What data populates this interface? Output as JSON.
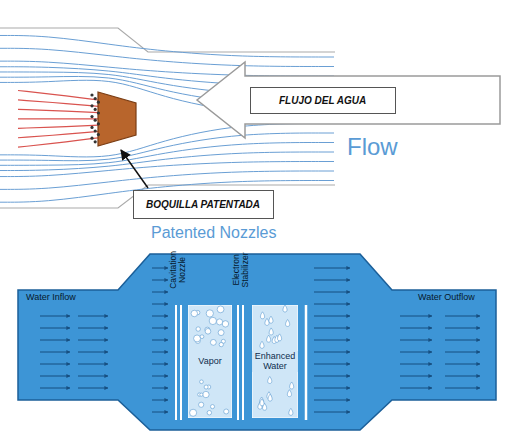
{
  "diagram": {
    "nodes": [
      {
        "text": [
          "FLUJO DEL AGUA"
        ]
      },
      {
        "text": [
          "BOQUILLA PATENTADA"
        ]
      },
      {
        "text": [
          "Cavitation Nozzle",
          "Vapor"
        ]
      },
      {
        "text": [
          "Electron Stabilizer",
          "Enhanced Water"
        ]
      }
    ],
    "labels": [
      "Flow",
      "Patented Nozzles",
      "Water Inflow",
      "Water Outflow"
    ]
  }
}
